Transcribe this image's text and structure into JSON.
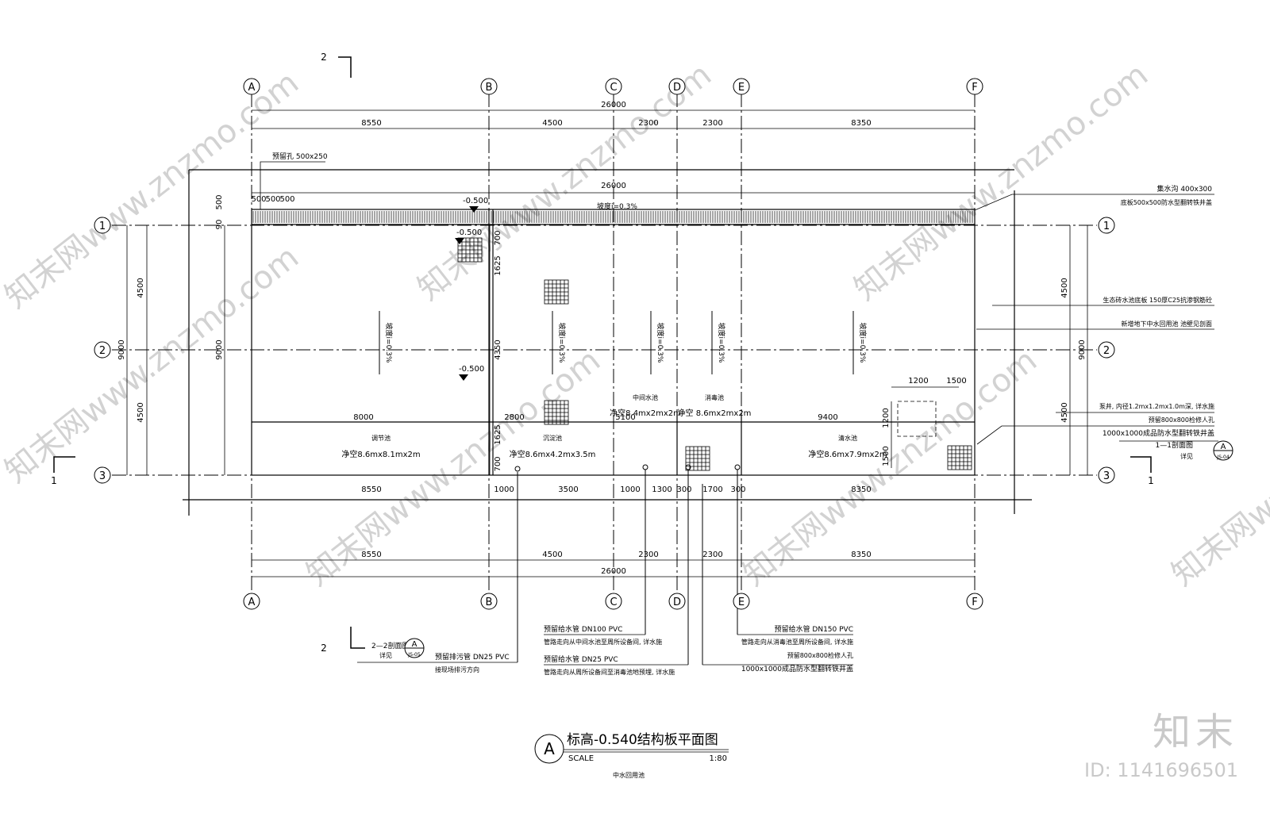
{
  "grid": {
    "columns": [
      "A",
      "B",
      "C",
      "D",
      "E",
      "F"
    ],
    "rows": [
      "1",
      "2",
      "3"
    ]
  },
  "dims": {
    "total": "26000",
    "top_segments": [
      "8550",
      "4500",
      "2300",
      "2300",
      "8350"
    ],
    "bottom_segments": [
      "8550",
      "4500",
      "2300",
      "2300",
      "8350"
    ],
    "inner_bottom": [
      "8550",
      "1000",
      "3500",
      "1000",
      "1300",
      "300",
      "1700",
      "300",
      "8350"
    ],
    "left_outer": [
      "4500",
      "4500"
    ],
    "left_total": "9000",
    "left_inner_total": "9000",
    "right_outer": [
      "4500",
      "4500"
    ],
    "right_total": "9000",
    "top_small": [
      "500",
      "500",
      "500"
    ],
    "left_small": [
      "500",
      "90"
    ],
    "mid_v": [
      "700",
      "1625",
      "4350",
      "1625",
      "700"
    ],
    "pool_row": [
      "8000",
      "2800",
      "5100",
      "9400"
    ],
    "sump": [
      "1200",
      "1500",
      "1200",
      "1500"
    ]
  },
  "elevations": [
    "-0.500",
    "-0.500",
    "-0.500"
  ],
  "slopes": [
    "坡度i=0.3%",
    "坡度i=0.3%",
    "坡度i=0.3%",
    "坡度i=0.3%",
    "坡度i=0.3%",
    "坡度i=0.3%"
  ],
  "labels": {
    "hole": "预留孔 500x250",
    "gutter_slope": "坡度i=0.3%",
    "pool_reg_name": "调节池",
    "pool_reg_size": "净空8.6mx8.1mx2m",
    "pool_fil_name": "沉淀池",
    "pool_fil_size": "净空8.6mx4.2mx3.5m",
    "pool_mid_name": "中间水池",
    "pool_mid_size": "净空8.4mx2mx2m",
    "pool_dis_name": "消毒池",
    "pool_dis_size": "净空 8.6mx2mx2m",
    "pool_clear_name": "清水池",
    "pool_clear_size": "净空8.6mx7.9mx2m"
  },
  "right_notes": [
    "集水沟 400x300",
    "底板500x500防水型翻转铁井盖",
    "生态砖水池底板 150厚C25抗渗钢筋砼",
    "新增地下中水回用池  池壁见剖面",
    "泵井, 内径1.2mx1.2mx1.0m深, 详水施",
    "预留800x800检修人孔",
    "1000x1000成品防水型翻转铁井盖",
    "1—1剖面图",
    "详见"
  ],
  "section_ref": {
    "letter": "A",
    "sheet": "JS-04",
    "sheet2": "JS-05"
  },
  "sections": {
    "one": "1",
    "two": "2"
  },
  "bottom_notes": [
    "2—2剖面图",
    "详见",
    "预留排污管 DN25 PVC",
    "接现场排污方向",
    "预留给水管 DN100 PVC",
    "管路走向从中间水池至周所设备间, 详水施",
    "预留给水管 DN25 PVC",
    "管路走向从周所设备间至消毒池地预埋, 详水施",
    "预留给水管 DN150 PVC",
    "管路走向从消毒池至周所设备间, 详水施",
    "预留800x800检修人孔",
    "1000x1000成品防水型翻转铁井盖"
  ],
  "title": {
    "letter": "A",
    "main": "标高-0.540结构板平面图",
    "scale_label": "SCALE",
    "scale_value": "1:80",
    "sub": "中水回用池"
  },
  "watermark": "知末网www.znzmo.com",
  "brand": {
    "logo": "知末",
    "id": "ID: 1141696501"
  },
  "colors": {
    "line": "#000000",
    "watermark": "#d2d2d2",
    "brand": "#c9c9c9"
  }
}
